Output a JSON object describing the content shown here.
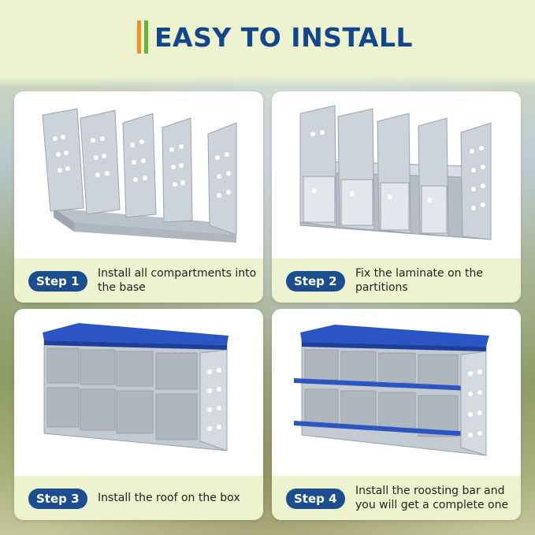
{
  "header": {
    "title": "EASY TO INSTALL",
    "accent_colors": [
      "#f29423",
      "#68b33e"
    ],
    "title_color": "#12468a"
  },
  "steps": [
    {
      "badge": "Step 1",
      "text": "Install all compartments into the base",
      "illustration": "nest-box-dividers-on-base"
    },
    {
      "badge": "Step 2",
      "text": "Fix the laminate on the partitions",
      "illustration": "nest-box-with-laminate"
    },
    {
      "badge": "Step 3",
      "text": "Install the roof on the box",
      "illustration": "nest-box-with-blue-roof"
    },
    {
      "badge": "Step 4",
      "text": "Install the roosting bar and you will get a complete one",
      "illustration": "complete-nest-box-with-roosting-bars"
    }
  ],
  "colors": {
    "badge": "#1b4d8f",
    "roof": "#2b55c4",
    "metal": "#c9d0d8",
    "caption_bg": "#eef3cf"
  }
}
